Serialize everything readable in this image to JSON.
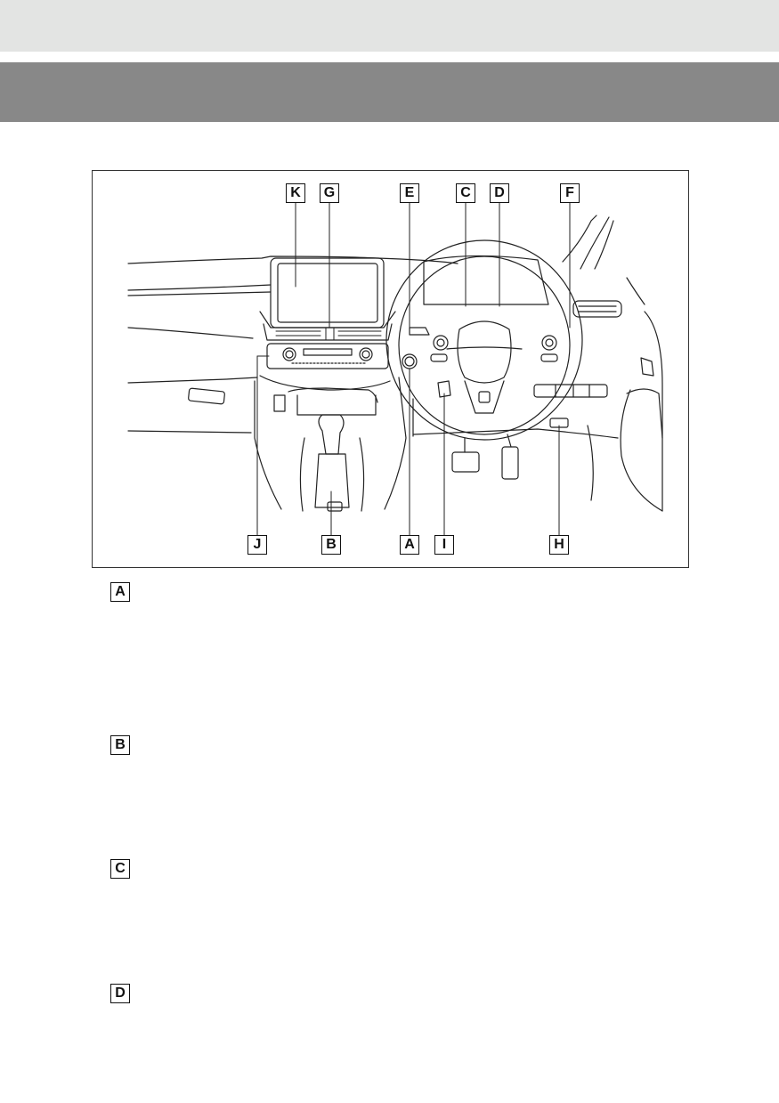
{
  "figure": {
    "callouts": {
      "K": "K",
      "G": "G",
      "E": "E",
      "C": "C",
      "D": "D",
      "F": "F",
      "J": "J",
      "B": "B",
      "A": "A",
      "I": "I",
      "H": "H"
    }
  },
  "sections": [
    {
      "marker": "A"
    },
    {
      "marker": "B"
    },
    {
      "marker": "C"
    },
    {
      "marker": "D"
    }
  ]
}
